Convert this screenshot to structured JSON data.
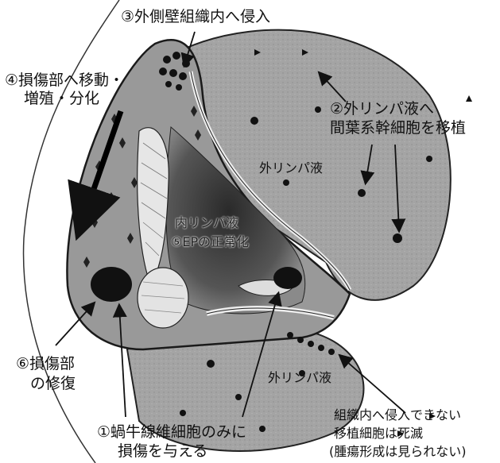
{
  "labels": {
    "step3": "③外側壁組織内へ侵入",
    "step4_line1": "④損傷部へ移動・",
    "step4_line2": "増殖・分化",
    "step2_line1": "②外リンパ液へ",
    "step2_line2": "間葉系幹細胞を移植",
    "perilymph_top": "外リンパ液",
    "endolymph": "内リンパ液",
    "step5_ep": "⑤EPの正常化",
    "step6_line1": "⑥損傷部",
    "step6_line2": "の修復",
    "perilymph_bottom": "外リンパ液",
    "step1_line1": "①蝸牛線維細胞のみに",
    "step1_line2": "損傷を与える",
    "note_line1": "組織内へ侵入できない",
    "note_line2": "移植細胞は死滅",
    "note_line3": "(腫瘍形成は見られない)"
  },
  "colors": {
    "tissue": "#9a9a9a",
    "perilymph_fill": "#a9a9a9",
    "dark_region": "#3a3a3a",
    "ink": "#111111"
  }
}
